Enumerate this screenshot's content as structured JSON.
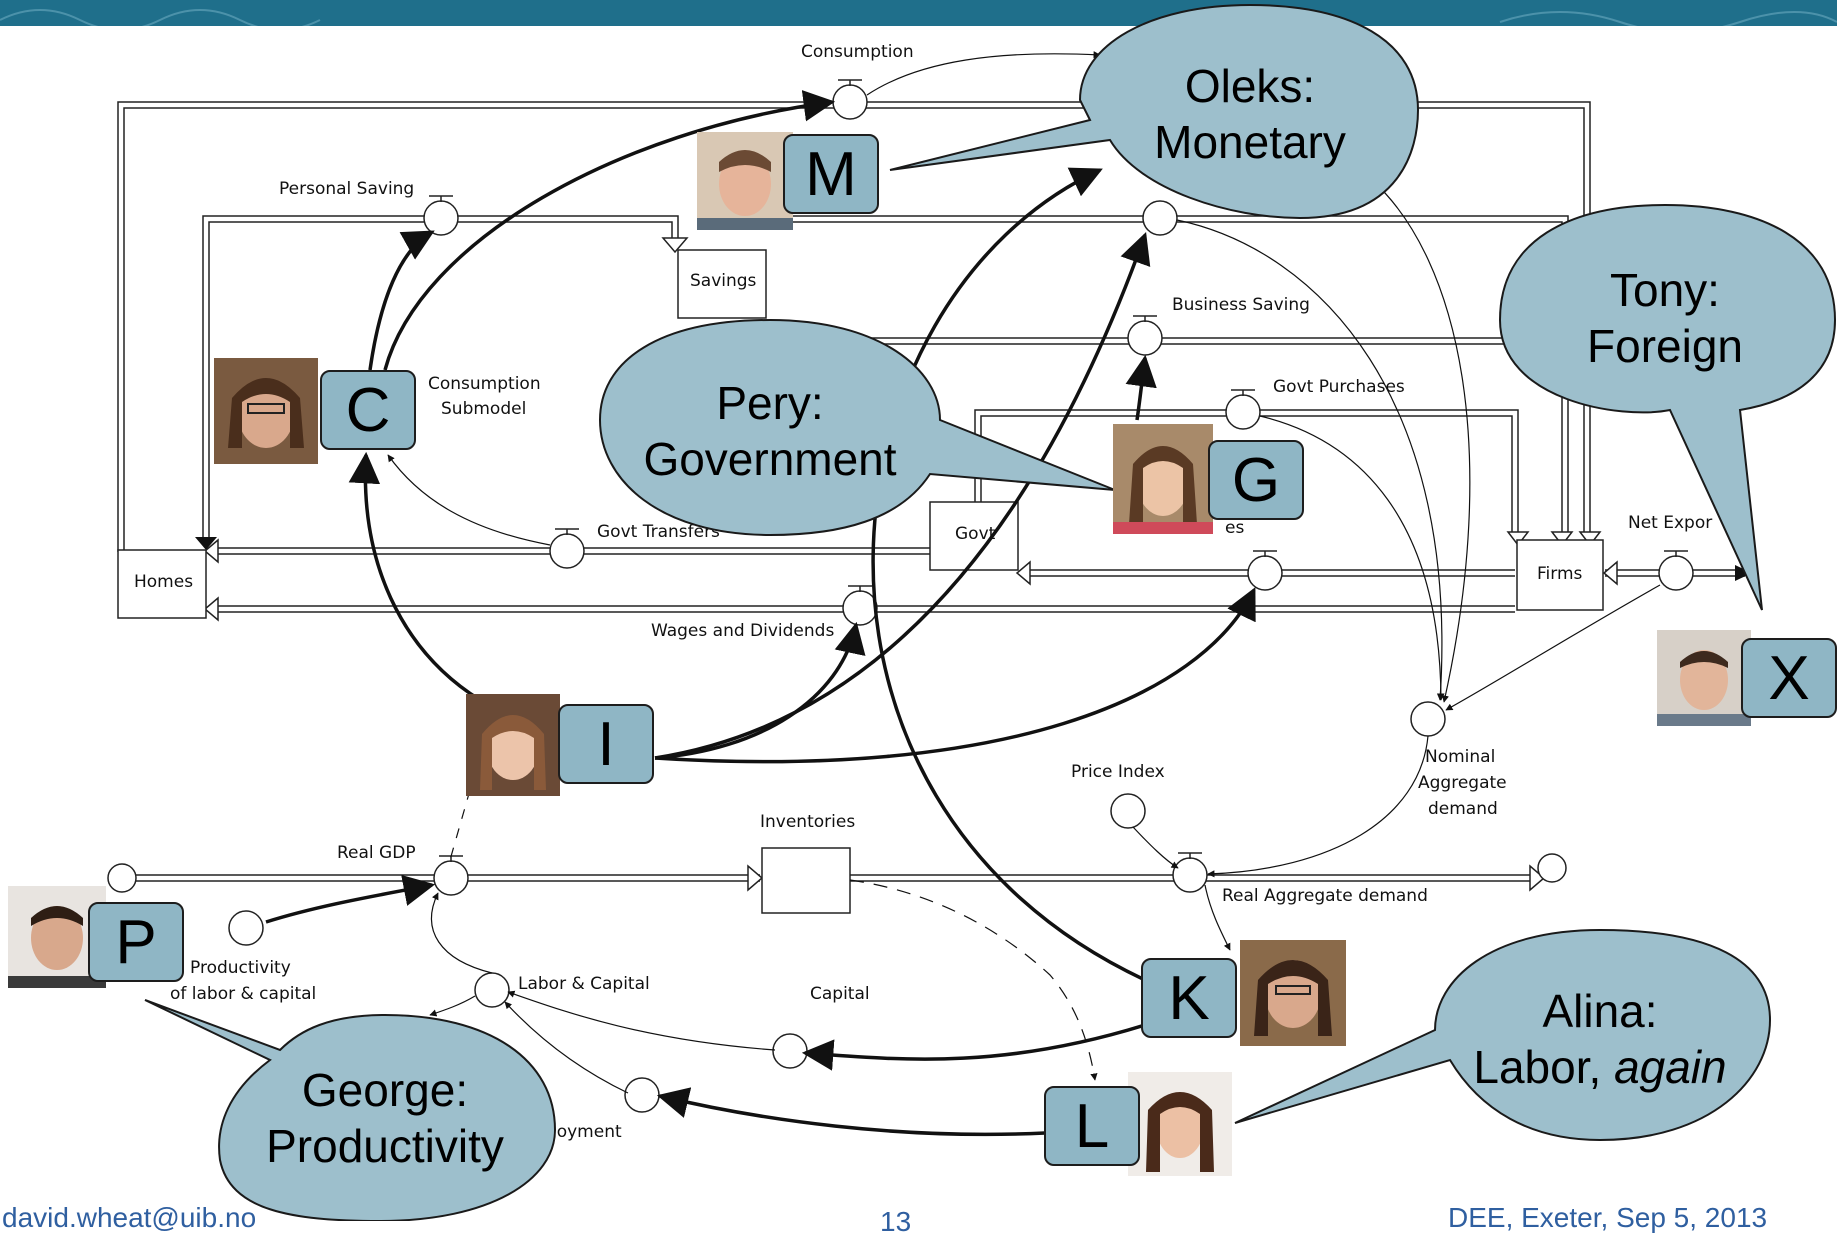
{
  "footer": {
    "email": "david.wheat@uib.no",
    "page": "13",
    "conference": "DEE, Exeter, Sep 5, 2013"
  },
  "diagram": {
    "stocks": {
      "homes": "Homes",
      "savings": "Savings",
      "govt": "Govt",
      "firms": "Firms",
      "inventories_box": ""
    },
    "labels": {
      "consumption": "Consumption",
      "personal_saving": "Personal Saving",
      "consumption_submodel_1": "Consumption",
      "consumption_submodel_2": "Submodel",
      "business_saving": "Business Saving",
      "govt_purchases": "Govt Purchases",
      "govt_transfers": "Govt Transfers",
      "taxes_partial": "es",
      "net_exports": "Net Expor",
      "wages_dividends": "Wages and Dividends",
      "nominal_ad_1": "Nominal",
      "nominal_ad_2": "Aggregate",
      "nominal_ad_3": "demand",
      "price_index": "Price Index",
      "inventories": "Inventories",
      "real_gdp": "Real GDP",
      "real_ad": "Real Aggregate demand",
      "productivity_1": "Productivity",
      "productivity_2": "of labor & capital",
      "labor_capital": "Labor & Capital",
      "capital": "Capital",
      "employment_partial": "loyment"
    }
  },
  "badges": {
    "m": "M",
    "c": "C",
    "g": "G",
    "x": "X",
    "i": "I",
    "p": "P",
    "k": "K",
    "l": "L"
  },
  "bubbles": {
    "oleks_1": "Oleks:",
    "oleks_2": "Monetary",
    "tony_1": "Tony:",
    "tony_2": "Foreign",
    "pery_1": "Pery:",
    "pery_2": "Government",
    "alina_1": "Alina:",
    "alina_2a": "Labor, ",
    "alina_2b": "again",
    "george_1": "George:",
    "george_2": "Productivity"
  }
}
